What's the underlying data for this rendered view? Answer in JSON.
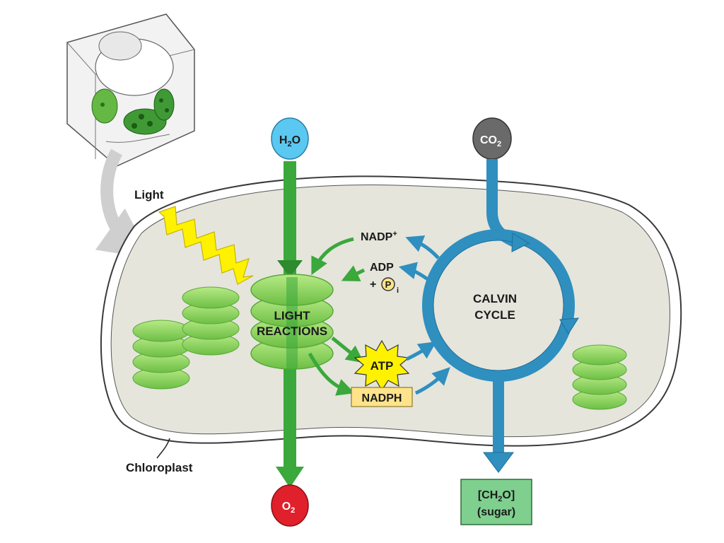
{
  "labels": {
    "light": "Light",
    "chloroplast": "Chloroplast",
    "light_reactions_1": "LIGHT",
    "light_reactions_2": "REACTIONS",
    "calvin_1": "CALVIN",
    "calvin_2": "CYCLE",
    "nadp_plus": "NADP",
    "nadp_plus_sup": "+",
    "adp": "ADP",
    "plus": "+",
    "pi_p": "P",
    "pi_sub": "i",
    "atp": "ATP",
    "nadph": "NADPH",
    "h2o_a": "H",
    "h2o_sub": "2",
    "h2o_b": "O",
    "co2_a": "CO",
    "co2_sub": "2",
    "o2_a": "O",
    "o2_sub": "2",
    "sugar_a": "[CH",
    "sugar_sub": "2",
    "sugar_b": "O]",
    "sugar_c": "(sugar)"
  },
  "colors": {
    "stroma": "#e5e5dc",
    "membrane": "#3a3a3a",
    "grana": "#8fd15a",
    "grana_dark": "#5aa83a",
    "green_arrow": "#3aa83a",
    "blue_cycle": "#2f8fbf",
    "h2o_fill": "#5ac8f0",
    "co2_fill": "#6a6a6a",
    "o2_fill": "#e0202a",
    "sugar_fill": "#7fcf8f",
    "atp_fill": "#fff200",
    "nadph_fill": "#ffe38a",
    "light_bolt": "#fff200"
  }
}
